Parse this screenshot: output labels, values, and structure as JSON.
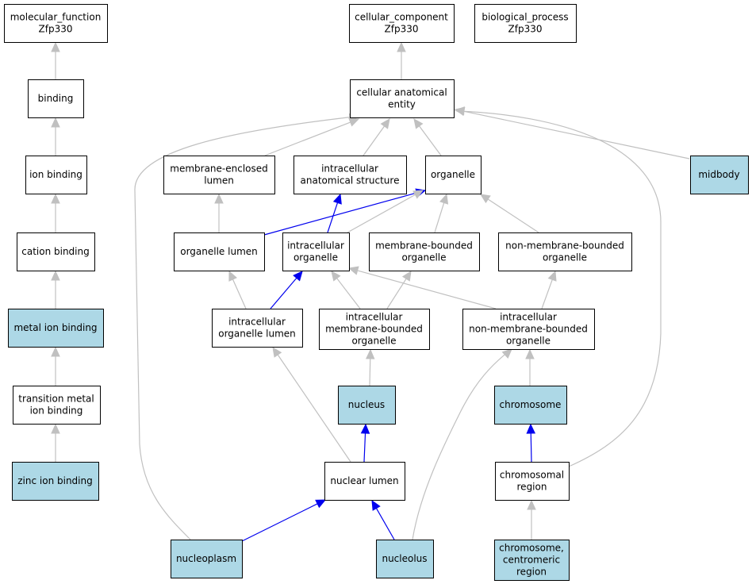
{
  "colors": {
    "default_fill": "#ffffff",
    "highlight_fill": "#add8e6",
    "grey_edge": "#c0c0c0",
    "blue_edge": "#0000ee"
  },
  "nodes": [
    {
      "id": "molecular_function",
      "lines": [
        "molecular_function",
        "Zfp330"
      ],
      "highlight": false
    },
    {
      "id": "cellular_component",
      "lines": [
        "cellular_component",
        "Zfp330"
      ],
      "highlight": false
    },
    {
      "id": "biological_process",
      "lines": [
        "biological_process",
        "Zfp330"
      ],
      "highlight": false
    },
    {
      "id": "binding",
      "lines": [
        "binding"
      ],
      "highlight": false
    },
    {
      "id": "cellular_anatomical_entity",
      "lines": [
        "cellular anatomical",
        "entity"
      ],
      "highlight": false
    },
    {
      "id": "ion_binding",
      "lines": [
        "ion binding"
      ],
      "highlight": false
    },
    {
      "id": "membrane_enclosed_lumen",
      "lines": [
        "membrane-enclosed",
        "lumen"
      ],
      "highlight": false
    },
    {
      "id": "intracellular_anatomical_structure",
      "lines": [
        "intracellular",
        "anatomical structure"
      ],
      "highlight": false
    },
    {
      "id": "organelle",
      "lines": [
        "organelle"
      ],
      "highlight": false
    },
    {
      "id": "midbody",
      "lines": [
        "midbody"
      ],
      "highlight": true
    },
    {
      "id": "cation_binding",
      "lines": [
        "cation binding"
      ],
      "highlight": false
    },
    {
      "id": "organelle_lumen",
      "lines": [
        "organelle lumen"
      ],
      "highlight": false
    },
    {
      "id": "intracellular_organelle",
      "lines": [
        "intracellular",
        "organelle"
      ],
      "highlight": false
    },
    {
      "id": "membrane_bounded_organelle",
      "lines": [
        "membrane-bounded",
        "organelle"
      ],
      "highlight": false
    },
    {
      "id": "non_membrane_bounded_organelle",
      "lines": [
        "non-membrane-bounded",
        "organelle"
      ],
      "highlight": false
    },
    {
      "id": "metal_ion_binding",
      "lines": [
        "metal ion binding"
      ],
      "highlight": true
    },
    {
      "id": "intracellular_organelle_lumen",
      "lines": [
        "intracellular",
        "organelle lumen"
      ],
      "highlight": false
    },
    {
      "id": "intracellular_membrane_bounded_organelle",
      "lines": [
        "intracellular",
        "membrane-bounded",
        "organelle"
      ],
      "highlight": false
    },
    {
      "id": "intracellular_non_membrane_bounded_organelle",
      "lines": [
        "intracellular",
        "non-membrane-bounded",
        "organelle"
      ],
      "highlight": false
    },
    {
      "id": "transition_metal_ion_binding",
      "lines": [
        "transition metal",
        "ion binding"
      ],
      "highlight": false
    },
    {
      "id": "nucleus",
      "lines": [
        "nucleus"
      ],
      "highlight": true
    },
    {
      "id": "chromosome",
      "lines": [
        "chromosome"
      ],
      "highlight": true
    },
    {
      "id": "zinc_ion_binding",
      "lines": [
        "zinc ion binding"
      ],
      "highlight": true
    },
    {
      "id": "nuclear_lumen",
      "lines": [
        "nuclear lumen"
      ],
      "highlight": false
    },
    {
      "id": "chromosomal_region",
      "lines": [
        "chromosomal",
        "region"
      ],
      "highlight": false
    },
    {
      "id": "nucleoplasm",
      "lines": [
        "nucleoplasm"
      ],
      "highlight": true
    },
    {
      "id": "nucleolus",
      "lines": [
        "nucleolus"
      ],
      "highlight": true
    },
    {
      "id": "chromosome_centromeric_region",
      "lines": [
        "chromosome,",
        "centromeric",
        "region"
      ],
      "highlight": true
    }
  ],
  "edges": [
    {
      "from": "binding",
      "to": "molecular_function",
      "kind": "grey"
    },
    {
      "from": "ion_binding",
      "to": "binding",
      "kind": "grey"
    },
    {
      "from": "cation_binding",
      "to": "ion_binding",
      "kind": "grey"
    },
    {
      "from": "metal_ion_binding",
      "to": "cation_binding",
      "kind": "grey"
    },
    {
      "from": "transition_metal_ion_binding",
      "to": "metal_ion_binding",
      "kind": "grey"
    },
    {
      "from": "zinc_ion_binding",
      "to": "transition_metal_ion_binding",
      "kind": "grey"
    },
    {
      "from": "cellular_anatomical_entity",
      "to": "cellular_component",
      "kind": "grey"
    },
    {
      "from": "membrane_enclosed_lumen",
      "to": "cellular_anatomical_entity",
      "kind": "grey"
    },
    {
      "from": "intracellular_anatomical_structure",
      "to": "cellular_anatomical_entity",
      "kind": "grey"
    },
    {
      "from": "organelle",
      "to": "cellular_anatomical_entity",
      "kind": "grey"
    },
    {
      "from": "midbody",
      "to": "cellular_anatomical_entity",
      "kind": "grey"
    },
    {
      "from": "nucleoplasm",
      "to": "cellular_anatomical_entity",
      "kind": "grey"
    },
    {
      "from": "chromosomal_region",
      "to": "cellular_anatomical_entity",
      "kind": "grey"
    },
    {
      "from": "organelle_lumen",
      "to": "membrane_enclosed_lumen",
      "kind": "grey"
    },
    {
      "from": "organelle_lumen",
      "to": "organelle",
      "kind": "blue"
    },
    {
      "from": "intracellular_organelle",
      "to": "intracellular_anatomical_structure",
      "kind": "blue"
    },
    {
      "from": "intracellular_organelle",
      "to": "organelle",
      "kind": "grey"
    },
    {
      "from": "membrane_bounded_organelle",
      "to": "organelle",
      "kind": "grey"
    },
    {
      "from": "non_membrane_bounded_organelle",
      "to": "organelle",
      "kind": "grey"
    },
    {
      "from": "intracellular_organelle_lumen",
      "to": "organelle_lumen",
      "kind": "grey"
    },
    {
      "from": "intracellular_organelle_lumen",
      "to": "intracellular_organelle",
      "kind": "blue"
    },
    {
      "from": "intracellular_membrane_bounded_organelle",
      "to": "intracellular_organelle",
      "kind": "grey"
    },
    {
      "from": "intracellular_membrane_bounded_organelle",
      "to": "membrane_bounded_organelle",
      "kind": "grey"
    },
    {
      "from": "intracellular_non_membrane_bounded_organelle",
      "to": "intracellular_organelle",
      "kind": "grey"
    },
    {
      "from": "intracellular_non_membrane_bounded_organelle",
      "to": "non_membrane_bounded_organelle",
      "kind": "grey"
    },
    {
      "from": "nucleus",
      "to": "intracellular_membrane_bounded_organelle",
      "kind": "grey"
    },
    {
      "from": "chromosome",
      "to": "intracellular_non_membrane_bounded_organelle",
      "kind": "grey"
    },
    {
      "from": "nuclear_lumen",
      "to": "intracellular_organelle_lumen",
      "kind": "grey"
    },
    {
      "from": "nuclear_lumen",
      "to": "nucleus",
      "kind": "blue"
    },
    {
      "from": "chromosomal_region",
      "to": "chromosome",
      "kind": "blue"
    },
    {
      "from": "nucleoplasm",
      "to": "nuclear_lumen",
      "kind": "blue"
    },
    {
      "from": "nucleolus",
      "to": "nuclear_lumen",
      "kind": "blue"
    },
    {
      "from": "nucleolus",
      "to": "intracellular_non_membrane_bounded_organelle",
      "kind": "grey"
    },
    {
      "from": "chromosome_centromeric_region",
      "to": "chromosomal_region",
      "kind": "grey"
    }
  ]
}
